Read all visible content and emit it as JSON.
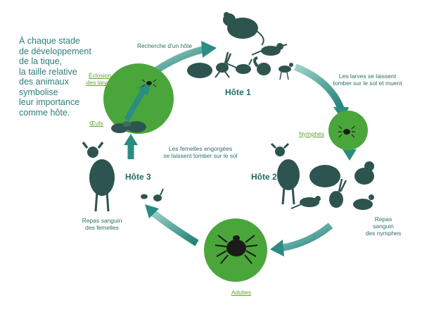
{
  "intro": "À chaque stade\nde développement\nde la tique,\nla taille relative\ndes animaux\nsymbolise\nleur importance\ncomme hôte.",
  "labels": {
    "search_host": "Recherche d'un hôte",
    "larvae_drop": "Les larves se laissent\ntomber sur le sol et muent",
    "females_drop": "Les femelles engorgées\nse laissent tomber sur le sol",
    "meal_females": "Repas sanguin\ndes femelles",
    "meal_nymphs": "Repas\nsanguin\ndes nymphes"
  },
  "stages": {
    "hatching": "Éclosion\ndes larves",
    "eggs": "Œufs",
    "nymphs": "Nymphes",
    "adults": "Adultes"
  },
  "hosts": {
    "host1": "Hôte 1",
    "host2": "Hôte 2",
    "host3": "Hôte 3"
  },
  "colors": {
    "green_disc": "#4aa63a",
    "arrow_teal": "#2f8f86",
    "animal": "#2e5450"
  }
}
